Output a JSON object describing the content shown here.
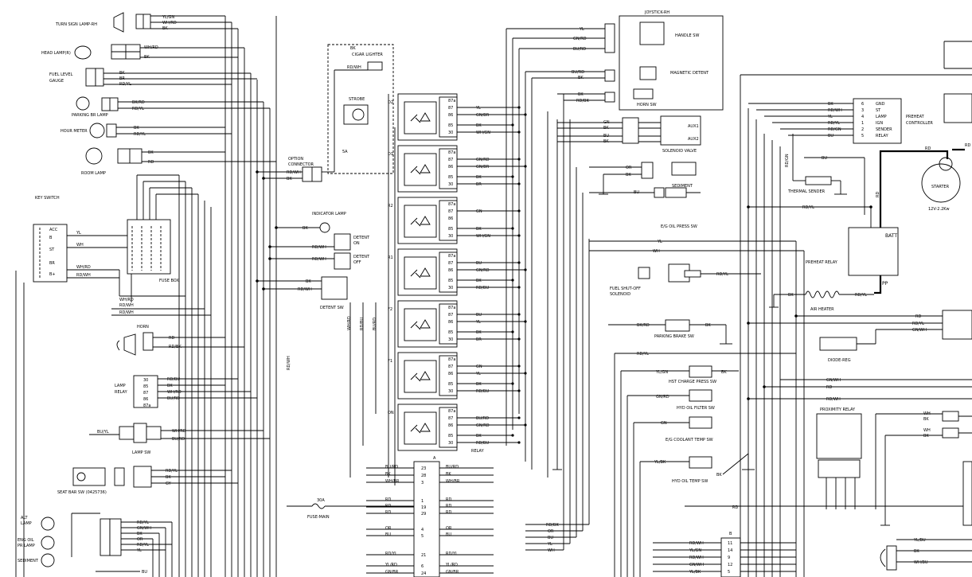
{
  "components": {
    "turn_sign_lamp": "TURN SIGN LAMP-RH",
    "head_lamp": "HEAD LAMP(R)",
    "fuel_gauge_l1": "FUEL LEVEL",
    "fuel_gauge_l2": "GAUGE",
    "parking_br_lamp": "PARKING BR LAMP",
    "hour_meter": "HOUR METER",
    "room_lamp": "ROOM LAMP",
    "key_switch": "KEY SWITCH",
    "fuse_box": "FUSE BOX",
    "horn": "HORN",
    "lamp_relay_l1": "LAMP",
    "lamp_relay_l2": "RELAY",
    "lamp_sw": "LAMP SW",
    "seat_bar_sw": "SEAT BAR SW (0425736)",
    "alt_lamp_l1": "ALT",
    "alt_lamp_l2": "LAMP",
    "eng_oil_lamp_l1": "ENG OIL",
    "eng_oil_lamp_l2": "PR LAMP",
    "sediment_lamp": "SEDIMENT",
    "cigar_lighter": "CIGAR LIGHTER",
    "strobe": "STROBE",
    "fuse_5a": "5A",
    "option_conn_l1": "OPTION",
    "option_conn_l2": "CONNECTOR",
    "indicator_lamp": "INDICATOR LAMP",
    "detent_on_l1": "DETENT",
    "detent_on_l2": "ON",
    "detent_off_l1": "DETENT",
    "detent_off_l2": "OFF",
    "detent_sw": "DETENT SW",
    "fuse_main": "FUSE-MAIN",
    "fuse_30a": "30A",
    "relay_block": "RELAY",
    "joystick": "JOYSTICK-RH",
    "handle_sw": "HANDLE SW",
    "magnetic_detent": "MAGNETIC DETENT",
    "horn_sw": "HORN SW",
    "solenoid_valve": "SOLENOID VALVE",
    "aux1": "AUX1",
    "aux2": "AUX2",
    "sediment": "SEDIMENT",
    "eg_oil_press_sw": "E/G OIL PRESS SW",
    "fuel_shutoff_l1": "FUEL SHUT-OFF",
    "fuel_shutoff_l2": "SOLENOID",
    "parking_brake_sw": "PARKING BRAKE SW",
    "hst_charge_sw": "HST CHARGE PRESS SW",
    "hyd_oil_filter_sw": "HYD OIL FILTER SW",
    "eg_coolant_sw": "E/G COOLANT TEMP SW",
    "hyd_oil_temp_sw": "HYD OIL TEMP SW",
    "thermal_sender": "THERMAL SENDER",
    "preheat_ctrl_l1": "PREHEAT",
    "preheat_ctrl_l2": "CONTROLLER",
    "starter": "STARTER",
    "starter_rating": "12V-2.2Kw",
    "preheat_relay": "PREHEAT RELAY",
    "air_heater": "AIR HEATER",
    "diode_reg": "DIODE-REG",
    "proximity_relay": "PROXIMITY RELAY",
    "batt": "BATT",
    "pp": "PP",
    "conn_a": "A",
    "conn_b": "B"
  },
  "key_switch_terminals": [
    "ACC",
    "B",
    "ST",
    "BR",
    "B+"
  ],
  "relay_names": [
    "D2",
    "D1",
    "R2",
    "R1",
    "F2",
    "F1",
    "ON"
  ],
  "relay_pins": [
    "87a",
    "87",
    "86",
    "85",
    "30"
  ],
  "relay_wires": [
    [
      "",
      "YL",
      "GN/BR",
      "BK",
      "WH/GN"
    ],
    [
      "",
      "GN/RD",
      "GN/BR",
      "BK",
      "BR"
    ],
    [
      "",
      "GN",
      "",
      "BK",
      "WH/GN"
    ],
    [
      "",
      "BU",
      "GN/RD",
      "BK",
      "RD/BU"
    ],
    [
      "",
      "BU",
      "YL",
      "BK",
      "BR"
    ],
    [
      "",
      "GN",
      "YL",
      "BK",
      "RD/BU"
    ],
    [
      "",
      "BU/RD",
      "GN/RD",
      "BK",
      "RD/BU"
    ]
  ],
  "preheat_pins": [
    {
      "num": "6",
      "name": "GND",
      "wire": "BK"
    },
    {
      "num": "3",
      "name": "ST",
      "wire": "RD/WH"
    },
    {
      "num": "4",
      "name": "LAMP",
      "wire": "YL"
    },
    {
      "num": "1",
      "name": "IGN",
      "wire": "RD/YL"
    },
    {
      "num": "2",
      "name": "SENDER",
      "wire": "RD/GN"
    },
    {
      "num": "5",
      "name": "RELAY",
      "wire": "BU"
    }
  ],
  "conn_a_pins": [
    "23",
    "28",
    "3",
    "1",
    "19",
    "29",
    "4",
    "5",
    "21",
    "6",
    "24"
  ],
  "conn_b_pins": [
    "11",
    "14",
    "9",
    "12",
    "5"
  ],
  "conn_a_left_wires": [
    "BU/RD",
    "BK",
    "WH/BR",
    "RD",
    "RD",
    "RD",
    "OR",
    "BU",
    "RD/YL",
    "YL/RD",
    "GN/BR"
  ],
  "conn_a_right_wires": [
    "BU/RD",
    "BK",
    "WH/BR",
    "RD",
    "RD",
    "RD",
    "OR",
    "BU",
    "RD/YL",
    "YL/RD",
    "GN/BR"
  ],
  "conn_b_wires": [
    "RD/WH",
    "YL/GN",
    "RD/WH",
    "GN/WH",
    "YL/BK"
  ],
  "wire_labels": {
    "yl_gn": "YL/GN",
    "wh_rd": "WH/RD",
    "bk": "BK",
    "br": "BR",
    "rd_yl": "RD/YL",
    "bk_rd": "BK/RD",
    "rd": "RD",
    "yl": "YL",
    "wh": "WH",
    "rd_wh": "RD/WH",
    "rd_bk": "RD/BK",
    "wh_bk": "WH/BK",
    "rd_bu": "RD/BU",
    "bu_yl": "BU/YL",
    "bu_rd": "BU/RD",
    "gy": "GY",
    "gn_wh": "GN/WH",
    "or": "OR",
    "rd_gn": "RD/GN",
    "bu": "BU",
    "gn_rd": "GN/RD",
    "bu_gn": "BU/GN",
    "yl_bk": "YL/BK",
    "gn": "GN",
    "yl_bu": "YL/BU",
    "wh_bu": "WH/BU",
    "gn_br": "GN/BR"
  }
}
